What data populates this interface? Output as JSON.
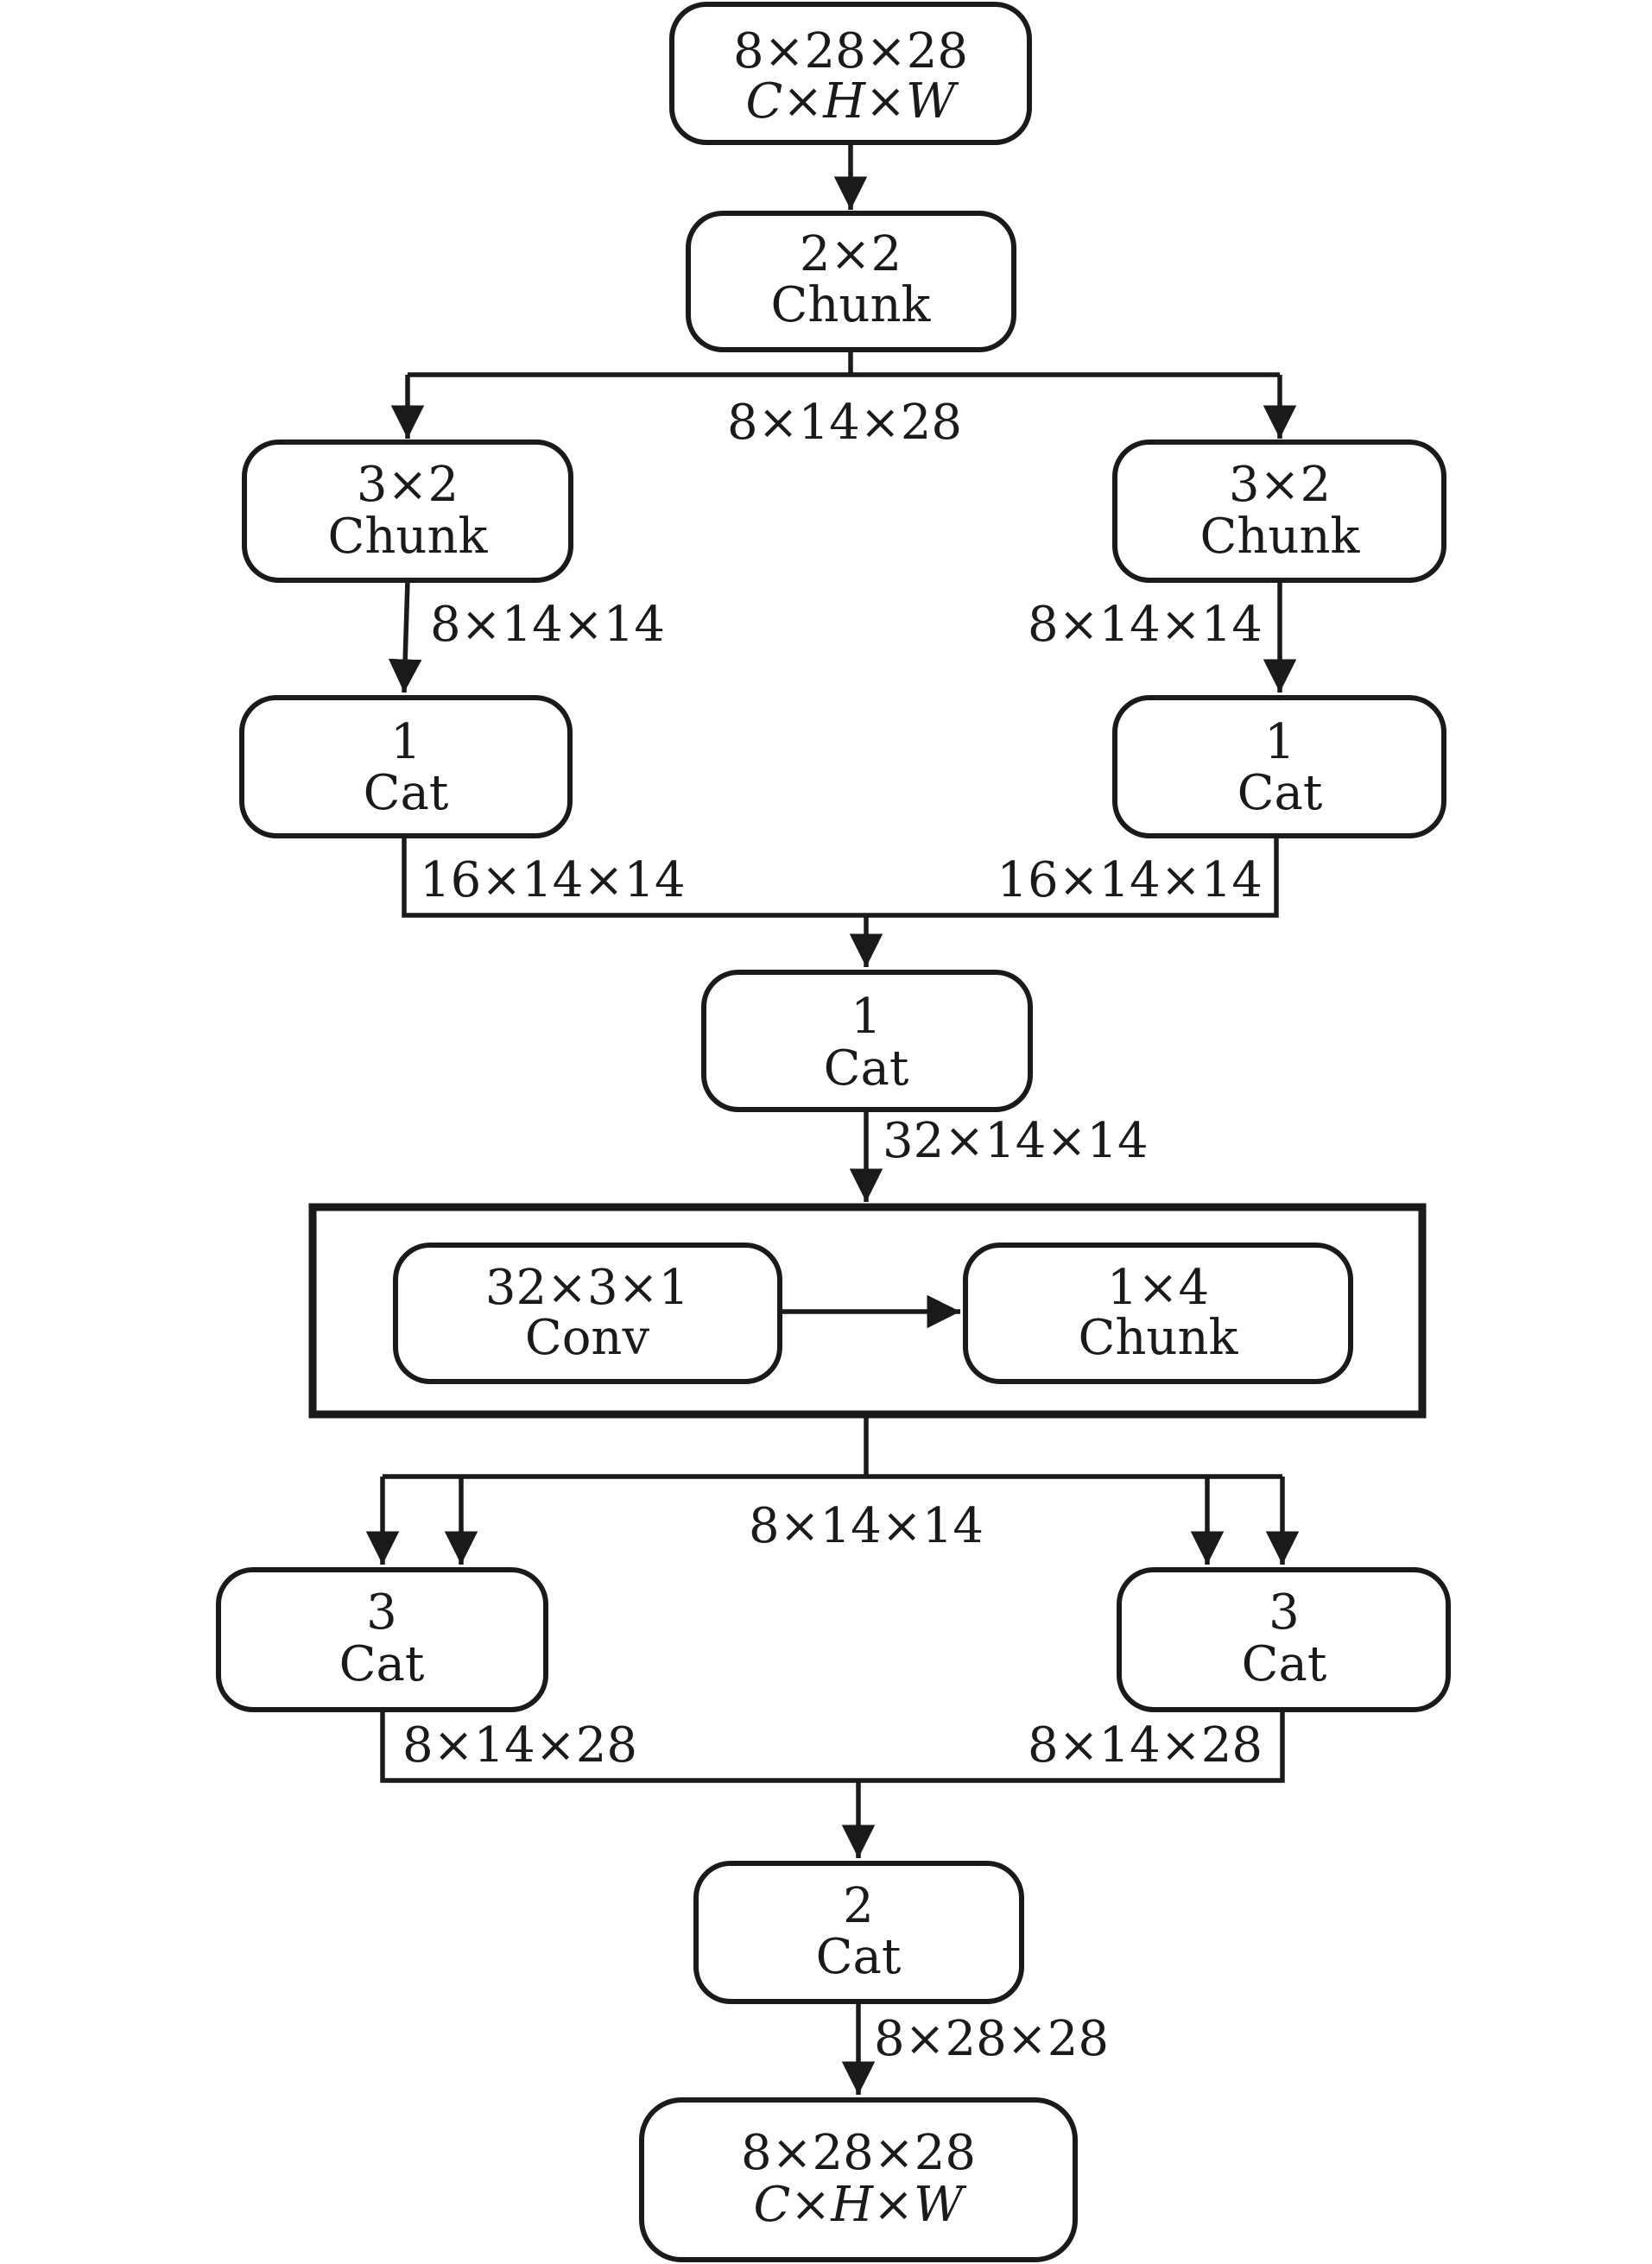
{
  "nodes": {
    "input": {
      "line1": "8×28×28",
      "line2": "C×H×W"
    },
    "chunk_2x2": {
      "line1": "2×2",
      "line2": "Chunk"
    },
    "chunk_3x2_left": {
      "line1": "3×2",
      "line2": "Chunk"
    },
    "chunk_3x2_right": {
      "line1": "3×2",
      "line2": "Chunk"
    },
    "cat1_left": {
      "line1": "1",
      "line2": "Cat"
    },
    "cat1_right": {
      "line1": "1",
      "line2": "Cat"
    },
    "cat1_center": {
      "line1": "1",
      "line2": "Cat"
    },
    "conv": {
      "line1": "32×3×1",
      "line2": "Conv"
    },
    "chunk_1x4": {
      "line1": "1×4",
      "line2": "Chunk"
    },
    "cat3_left": {
      "line1": "3",
      "line2": "Cat"
    },
    "cat3_right": {
      "line1": "3",
      "line2": "Cat"
    },
    "cat2": {
      "line1": "2",
      "line2": "Cat"
    },
    "output": {
      "line1": "8×28×28",
      "line2": "C×H×W"
    }
  },
  "edge_labels": {
    "after_chunk_2x2": "8×14×28",
    "left_chunk_to_cat": "8×14×14",
    "right_chunk_to_cat": "8×14×14",
    "left_cat_out": "16×14×14",
    "right_cat_out": "16×14×14",
    "center_cat_out": "32×14×14",
    "after_conv_group": "8×14×14",
    "left_cat3_out": "8×14×28",
    "right_cat3_out": "8×14×28",
    "cat2_out": "8×28×28"
  }
}
